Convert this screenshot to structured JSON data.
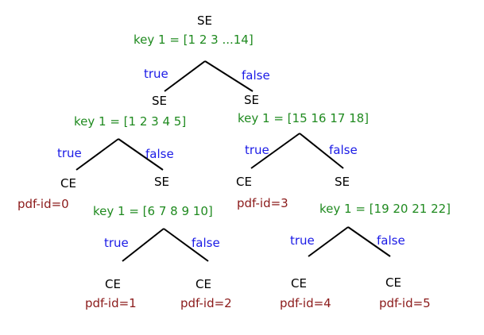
{
  "colors": {
    "node_text": "#000000",
    "key_text": "#1f8a1f",
    "pdf_text": "#8b1a1a",
    "branch_text": "#1a1ae6",
    "edge": "#000000"
  },
  "nodes": {
    "root": {
      "type": "SE",
      "key": "key 1 = [1 2 3 ...14]"
    },
    "n1": {
      "type": "SE",
      "key": "key 1 = [1 2 3 4 5]"
    },
    "n2": {
      "type": "SE",
      "key": "key 1 = [15 16 17 18]"
    },
    "n3": {
      "type": "CE",
      "pdf": "pdf-id=0"
    },
    "n4": {
      "type": "SE",
      "key": "key 1 = [6 7 8 9 10]"
    },
    "n5": {
      "type": "CE",
      "pdf": "pdf-id=3"
    },
    "n6": {
      "type": "SE",
      "key": "key 1 = [19 20 21 22]"
    },
    "n7": {
      "type": "CE",
      "pdf": "pdf-id=1"
    },
    "n8": {
      "type": "CE",
      "pdf": "pdf-id=2"
    },
    "n9": {
      "type": "CE",
      "pdf": "pdf-id=4"
    },
    "n10": {
      "type": "CE",
      "pdf": "pdf-id=5"
    }
  },
  "branches": {
    "true_label": "true",
    "false_label": "false"
  }
}
